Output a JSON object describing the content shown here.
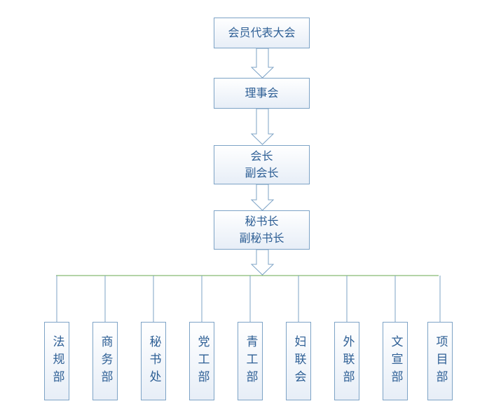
{
  "chart": {
    "top_nodes": [
      {
        "lines": [
          "会员代表大会"
        ]
      },
      {
        "lines": [
          "理事会"
        ]
      },
      {
        "lines": [
          "会长",
          "副会长"
        ]
      },
      {
        "lines": [
          "秘书长",
          "副秘书长"
        ]
      }
    ],
    "departments": [
      "法规部",
      "商务部",
      "秘书处",
      "党工部",
      "青工部",
      "妇联会",
      "外联部",
      "文宣部",
      "项目部"
    ],
    "colors": {
      "border": "#7da3c6",
      "text": "#2e5f95",
      "arrow": "#7da3c6",
      "branch_line": "#6aa84f",
      "drop_line": "#7da3c6"
    }
  }
}
